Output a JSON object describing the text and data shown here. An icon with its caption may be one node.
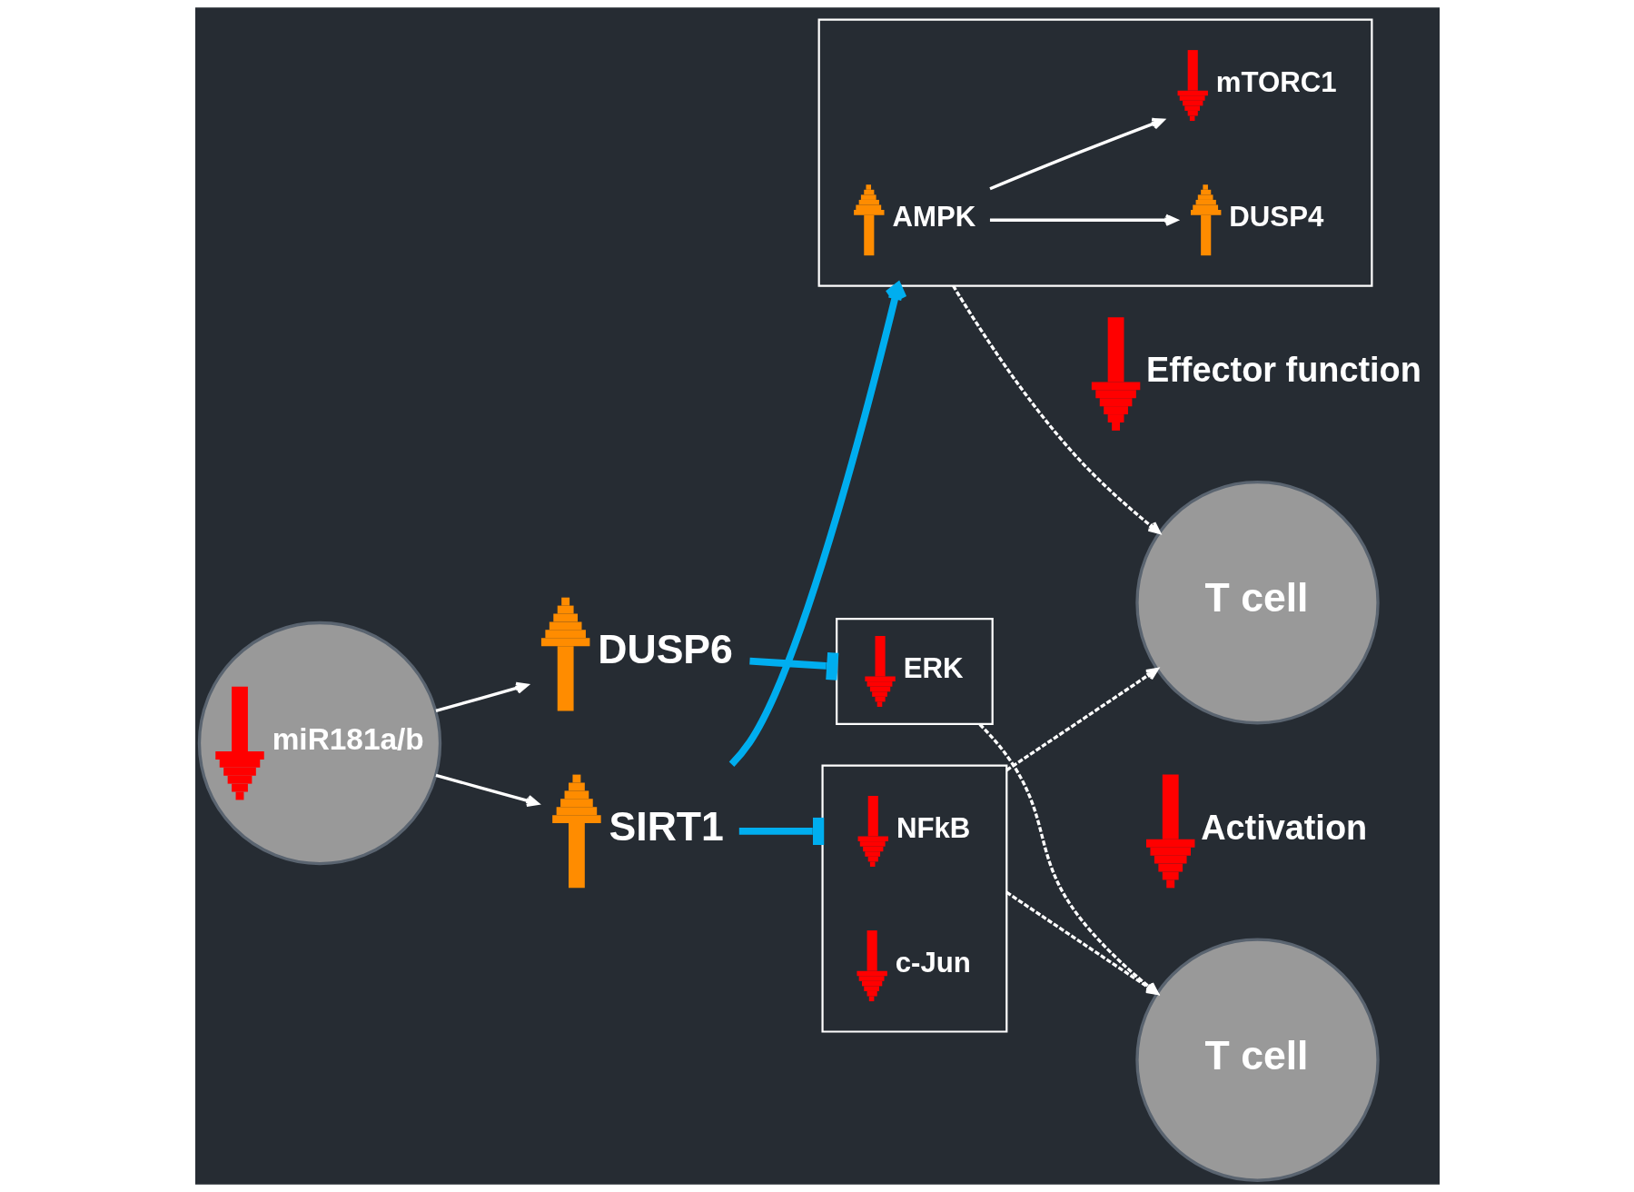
{
  "diagram": {
    "nodes": [
      {
        "text": [
          "miR181a/b"
        ]
      },
      {
        "text": [
          "DUSP6"
        ]
      },
      {
        "text": [
          "ERK"
        ]
      },
      {
        "text": [
          "T cell"
        ]
      },
      {
        "text": [],
        "shape": "box"
      },
      {
        "text": [
          "NFkB"
        ],
        "in": 4
      },
      {
        "text": [
          "c-Jun"
        ],
        "in": 4
      },
      {
        "text": [
          "SIRT1"
        ]
      },
      {
        "text": [],
        "shape": "box"
      },
      {
        "text": [
          "AMPK"
        ],
        "in": 8
      },
      {
        "text": [
          "DUSP4"
        ],
        "in": 8
      },
      {
        "text": [
          "mTORC1"
        ],
        "in": 8
      },
      {
        "text": [
          "T cell"
        ]
      }
    ],
    "edges": [
      {
        "from": 0,
        "to": 1,
        "arrow": "to"
      },
      {
        "from": 1,
        "to": 2,
        "arrow": "other",
        "style": "thick",
        "color": "#00aeef"
      },
      {
        "from": 2,
        "to": 3,
        "arrow": "to",
        "style": "dashed"
      },
      {
        "from": 0,
        "to": 7,
        "arrow": "to"
      },
      {
        "from": 7,
        "to": 4,
        "arrow": "other",
        "style": "thick",
        "color": "#00aeef"
      },
      {
        "from": 7,
        "to": 8,
        "arrow": "to",
        "style": "thick",
        "color": "#00aeef"
      },
      {
        "from": 9,
        "to": 10,
        "arrow": "to"
      },
      {
        "from": 9,
        "to": 11,
        "arrow": "to"
      },
      {
        "from": 4,
        "to": 3,
        "arrow": "to",
        "style": "dashed"
      },
      {
        "from": 4,
        "to": 12,
        "arrow": "to",
        "style": "dashed"
      },
      {
        "from": 8,
        "to": 12,
        "arrow": "to",
        "style": "dashed"
      }
    ],
    "labels": [
      "Activation",
      "Effector function"
    ]
  }
}
